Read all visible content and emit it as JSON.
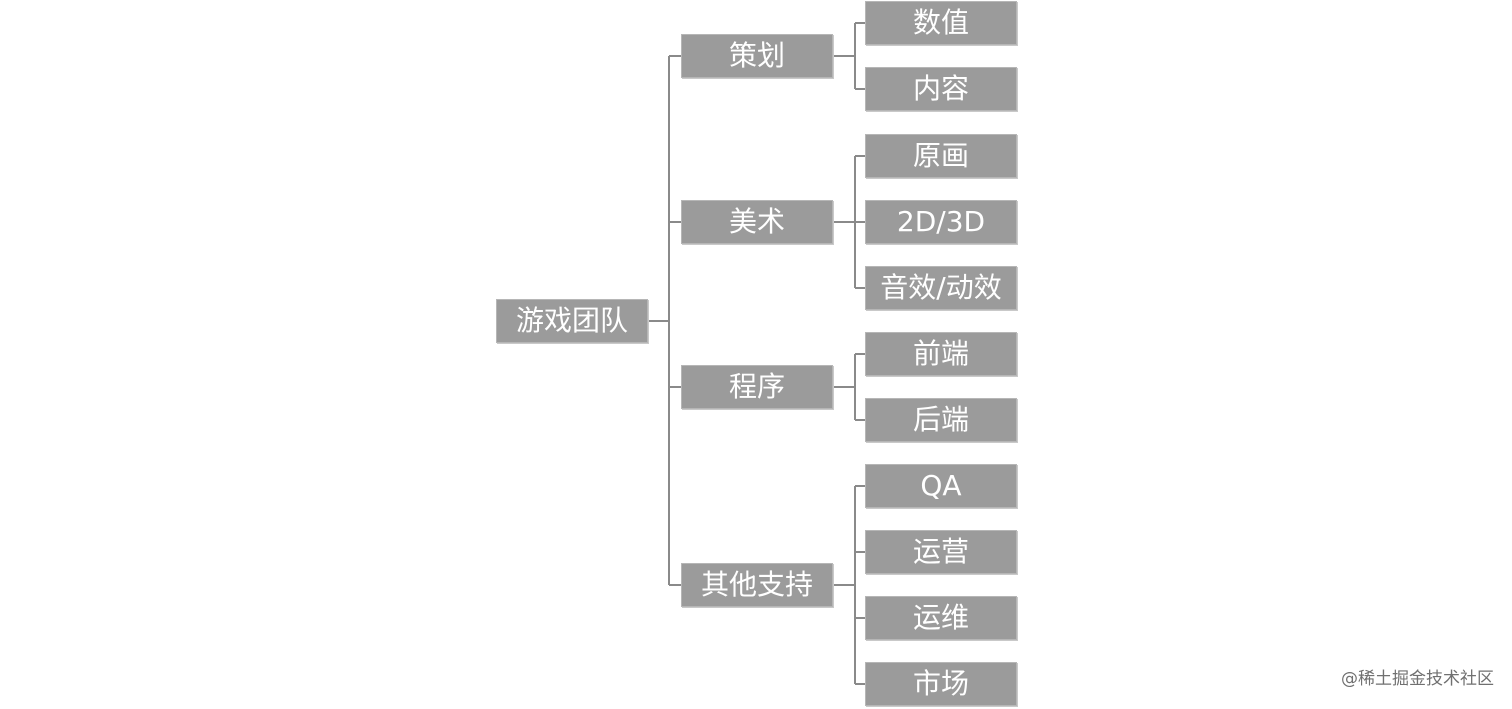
{
  "root": "游戏团队",
  "categories": [
    {
      "label": "策划",
      "children": [
        "数值",
        "内容"
      ]
    },
    {
      "label": "美术",
      "children": [
        "原画",
        "2D/3D",
        "音效/动效"
      ]
    },
    {
      "label": "程序",
      "children": [
        "前端",
        "后端"
      ]
    },
    {
      "label": "其他支持",
      "children": [
        "QA",
        "运营",
        "运维",
        "市场"
      ]
    }
  ],
  "watermark": "@稀土掘金技术社区",
  "colors": {
    "node_fill": "#9b9b9b",
    "node_text": "#ffffff",
    "connector": "#8a8a8a"
  }
}
